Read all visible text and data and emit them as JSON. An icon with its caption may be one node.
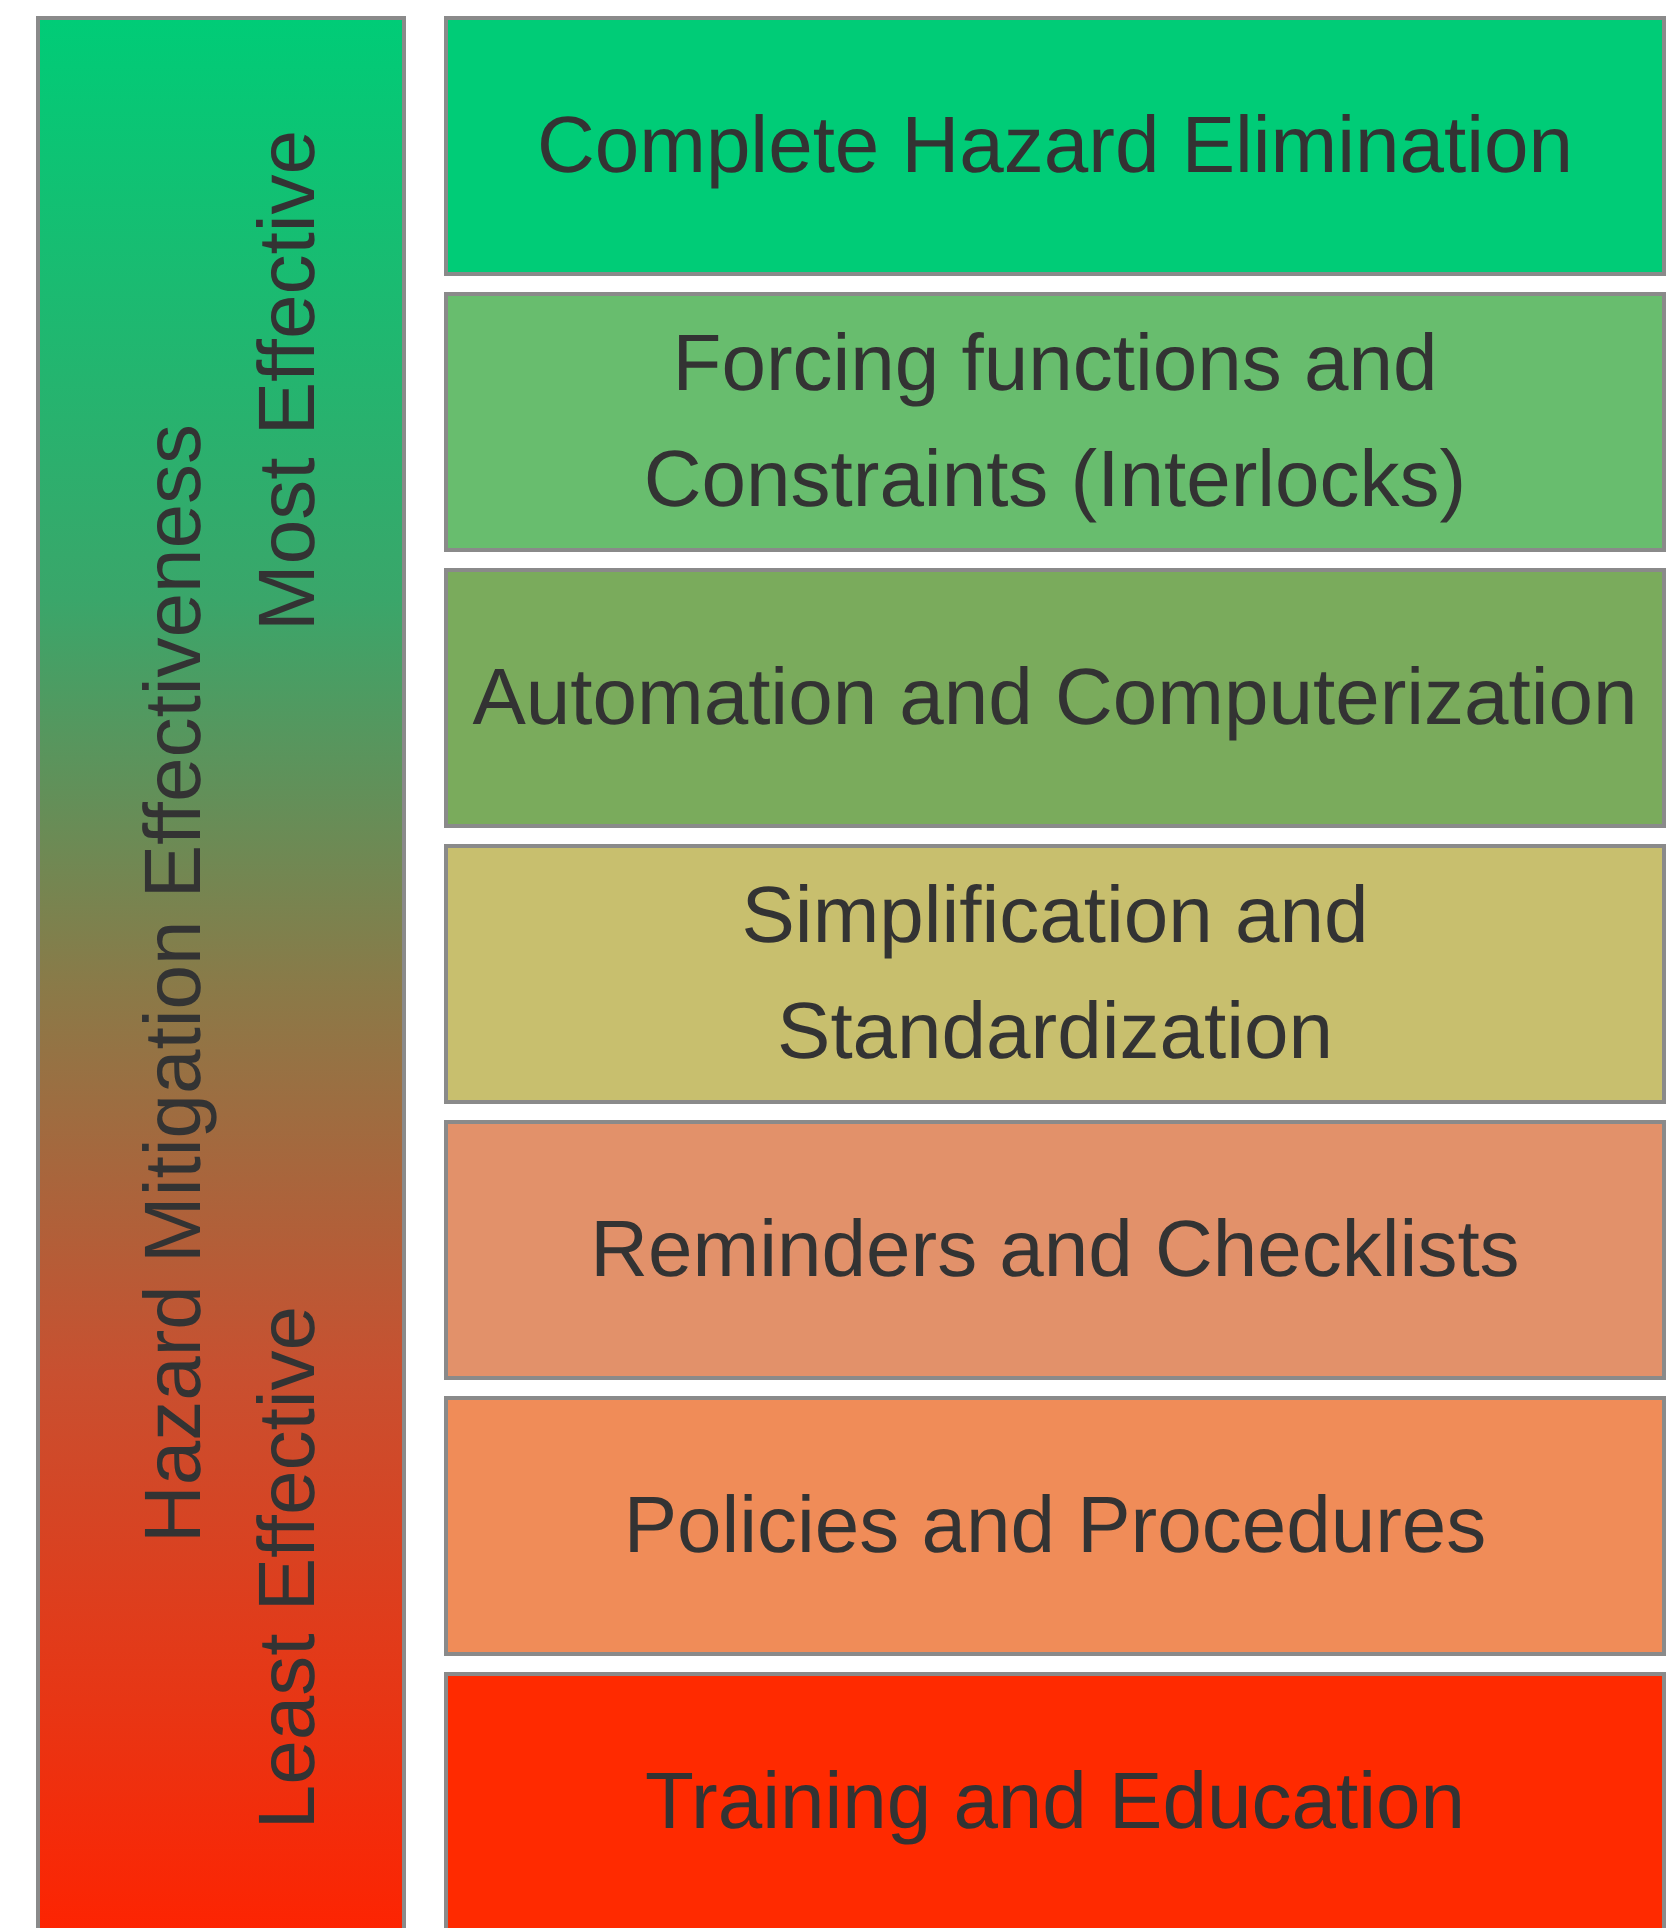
{
  "diagram": {
    "nodes": [
      {
        "text": [
          "Hazard Mitigation Effectiveness",
          "Most Effective",
          "Least Effective"
        ]
      },
      {
        "text": [
          "Complete Hazard Elimination"
        ]
      },
      {
        "text": [
          "Forcing functions and Constraints (Interlocks)"
        ]
      },
      {
        "text": [
          "Automation and Computerization"
        ]
      },
      {
        "text": [
          "Simplification and Standardization"
        ]
      },
      {
        "text": [
          "Reminders and Checklists"
        ]
      },
      {
        "text": [
          "Policies and Procedures"
        ]
      },
      {
        "text": [
          "Training and Education"
        ]
      }
    ]
  }
}
